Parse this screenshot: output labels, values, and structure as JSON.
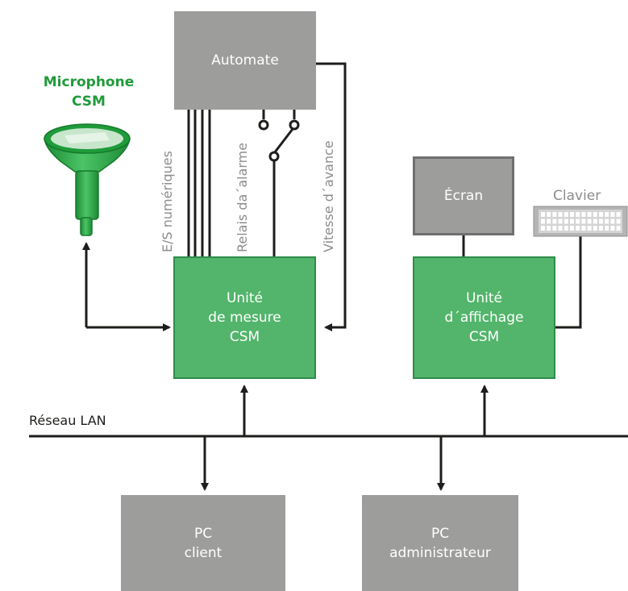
{
  "colors": {
    "device_gray": "#9d9d9c",
    "unit_green": "#52b56b",
    "unit_green_border": "#2f8d4a",
    "microphone_green": "#1f9b3a",
    "line": "#1d1d1b",
    "label_gray": "#8c8c8c"
  },
  "nodes": {
    "automate": "Automate",
    "microphone": {
      "line1": "Microphone",
      "line2": "CSM"
    },
    "unite_mesure": {
      "line1": "Unité",
      "line2": "de mesure",
      "line3": "CSM"
    },
    "ecran": "Écran",
    "clavier": "Clavier",
    "unite_affichage": {
      "line1": "Unité",
      "line2": "d´affichage",
      "line3": "CSM"
    },
    "pc_client": {
      "line1": "PC",
      "line2": "client"
    },
    "pc_admin": {
      "line1": "PC",
      "line2": "administrateur"
    }
  },
  "connections": {
    "es_numeriques": "E/S numériques",
    "relais_alarme": "Relais da´alarme",
    "vitesse_avance": "Vitesse d´avance",
    "reseau_lan": "Réseau LAN"
  },
  "icons": {
    "microphone": "microphone-icon",
    "keyboard": "keyboard-icon",
    "relay_switch": "relay-switch-icon"
  }
}
